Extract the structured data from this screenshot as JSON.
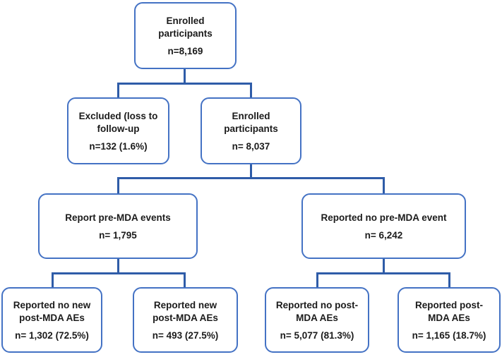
{
  "diagram": {
    "type": "participant-flow-chart",
    "colors": {
      "box_border": "#4472c4",
      "connector_line": "#2f5ca8",
      "text": "#1b1b1b",
      "background": "#ffffff"
    },
    "nodes": {
      "enrolled_total": {
        "label": "Enrolled\nparticipants",
        "value": "n=8,169"
      },
      "excluded": {
        "label": "Excluded (loss to\nfollow-up",
        "value": "n=132 (1.6%)"
      },
      "enrolled_followed": {
        "label": "Enrolled\nparticipants",
        "value": "n= 8,037"
      },
      "pre_mda_events": {
        "label": "Report pre-MDA events",
        "value": "n= 1,795"
      },
      "no_pre_mda_event": {
        "label": "Reported no pre-MDA event",
        "value": "n= 6,242"
      },
      "no_new_post_mda_aes": {
        "label": "Reported no new\npost-MDA AEs",
        "value": "n= 1,302 (72.5%)"
      },
      "new_post_mda_aes": {
        "label": "Reported new\npost-MDA AEs",
        "value": "n= 493 (27.5%)"
      },
      "no_post_mda_aes": {
        "label": "Reported no post-\nMDA AEs",
        "value": "n= 5,077 (81.3%)"
      },
      "post_mda_aes": {
        "label": "Reported post-\nMDA AEs",
        "value": "n= 1,165 (18.7%)"
      }
    }
  }
}
